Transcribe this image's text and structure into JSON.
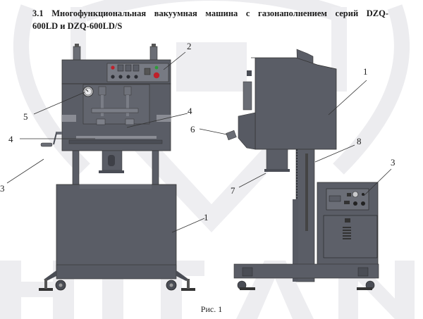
{
  "document": {
    "heading_line1": "3.1 Многофункциональная вакуумная машина с газонаполнением серий DZQ-",
    "heading_line2": "600LD и DZQ-600LD/S",
    "figure_caption": "Рис. 1",
    "watermark": "HITAN"
  },
  "figure": {
    "views": [
      "front-view",
      "side-view"
    ],
    "callouts": {
      "front": [
        {
          "label": "1",
          "part": "machine-body"
        },
        {
          "label": "2",
          "part": "control-panel"
        },
        {
          "label": "3",
          "part": "crank-handle"
        },
        {
          "label": "4",
          "part": "sealing-bar-left"
        },
        {
          "label": "4",
          "part": "sealing-bar-right"
        },
        {
          "label": "5",
          "part": "pressure-gauge"
        }
      ],
      "side": [
        {
          "label": "1",
          "part": "machine-body"
        },
        {
          "label": "3",
          "part": "control-panel"
        },
        {
          "label": "6",
          "part": "gas-nozzle"
        },
        {
          "label": "7",
          "part": "vacuum-nozzle-block"
        },
        {
          "label": "8",
          "part": "lifting-column"
        }
      ]
    },
    "colors": {
      "machine_body": "#5a5d66",
      "machine_dark": "#4a4d55",
      "panel": "#6b6e77",
      "indicator_red": "#c0202a",
      "indicator_green": "#2e9b3a",
      "watermark": "#e9e9ec"
    }
  }
}
